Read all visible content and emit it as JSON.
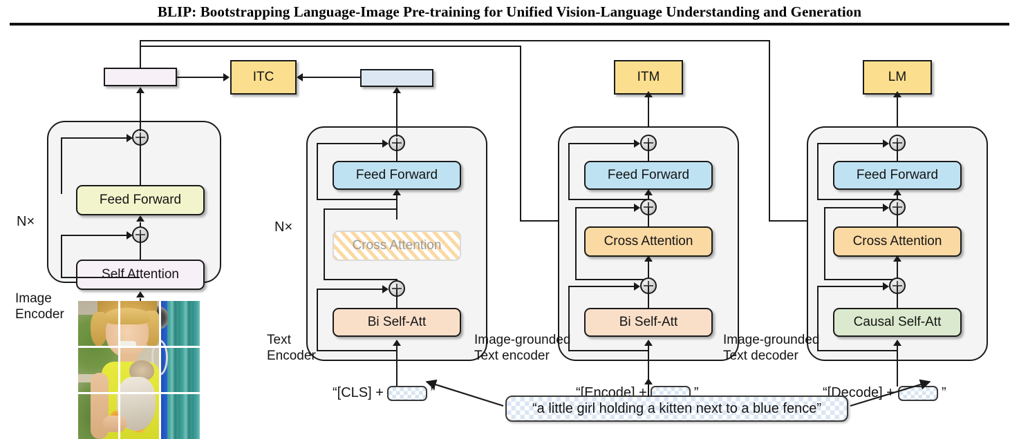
{
  "paper": {
    "title": "BLIP: Bootstrapping Language-Image Pre-training for Unified Vision-Language Understanding and Generation"
  },
  "diagram": {
    "objectives": [
      {
        "id": "itc",
        "label": "ITC",
        "color": "#fbdf8e"
      },
      {
        "id": "itm",
        "label": "ITM",
        "color": "#fbdf8e"
      },
      {
        "id": "lm",
        "label": "LM",
        "color": "#fbdf8e"
      }
    ],
    "embedding_bars": [
      {
        "id": "image-embedding-bar",
        "color": "#f7f0f7"
      },
      {
        "id": "text-embedding-bar",
        "color": "#dce7f3"
      }
    ],
    "repeat_label": "N×",
    "columns": [
      {
        "id": "image-encoder",
        "caption": "Image\nEncoder",
        "blocks": [
          {
            "id": "feed-forward",
            "label": "Feed Forward",
            "color": "#f2f5cc"
          },
          {
            "id": "self-attention",
            "label": "Self Attention",
            "color": "#f7f0f7"
          }
        ],
        "input": {
          "type": "image",
          "alt": "a little girl holding a kitten next to a blue fence"
        }
      },
      {
        "id": "text-encoder",
        "caption": "Text\nEncoder",
        "blocks": [
          {
            "id": "feed-forward",
            "label": "Feed Forward",
            "color": "#bfe2f2"
          },
          {
            "id": "cross-attention",
            "label": "Cross Attention",
            "color": "striped",
            "state": "disabled"
          },
          {
            "id": "bi-self-att",
            "label": "Bi Self-Att",
            "color": "#fadfc8"
          }
        ],
        "input": {
          "prefix": "“[CLS] +",
          "chip": "masked-text-chip",
          "suffix": "”"
        }
      },
      {
        "id": "image-grounded-text-encoder",
        "caption": "Image-grounded\nText encoder",
        "blocks": [
          {
            "id": "feed-forward",
            "label": "Feed Forward",
            "color": "#bfe2f2"
          },
          {
            "id": "cross-attention",
            "label": "Cross Attention",
            "color": "#fbd9a3"
          },
          {
            "id": "bi-self-att",
            "label": "Bi Self-Att",
            "color": "#fadfc8"
          }
        ],
        "input": {
          "prefix": "“[Encode] +",
          "chip": "masked-text-chip",
          "suffix": "”"
        }
      },
      {
        "id": "image-grounded-text-decoder",
        "caption": "Image-grounded\nText decoder",
        "blocks": [
          {
            "id": "feed-forward",
            "label": "Feed Forward",
            "color": "#bfe2f2"
          },
          {
            "id": "cross-attention",
            "label": "Cross Attention",
            "color": "#fbd9a3"
          },
          {
            "id": "causal-self-att",
            "label": "Causal Self-Att",
            "color": "#dbeace"
          }
        ],
        "input": {
          "prefix": "“[Decode] +",
          "chip": "masked-text-chip",
          "suffix": "”"
        }
      }
    ],
    "caption_text": "“a little girl holding a kitten next to a blue fence”"
  }
}
